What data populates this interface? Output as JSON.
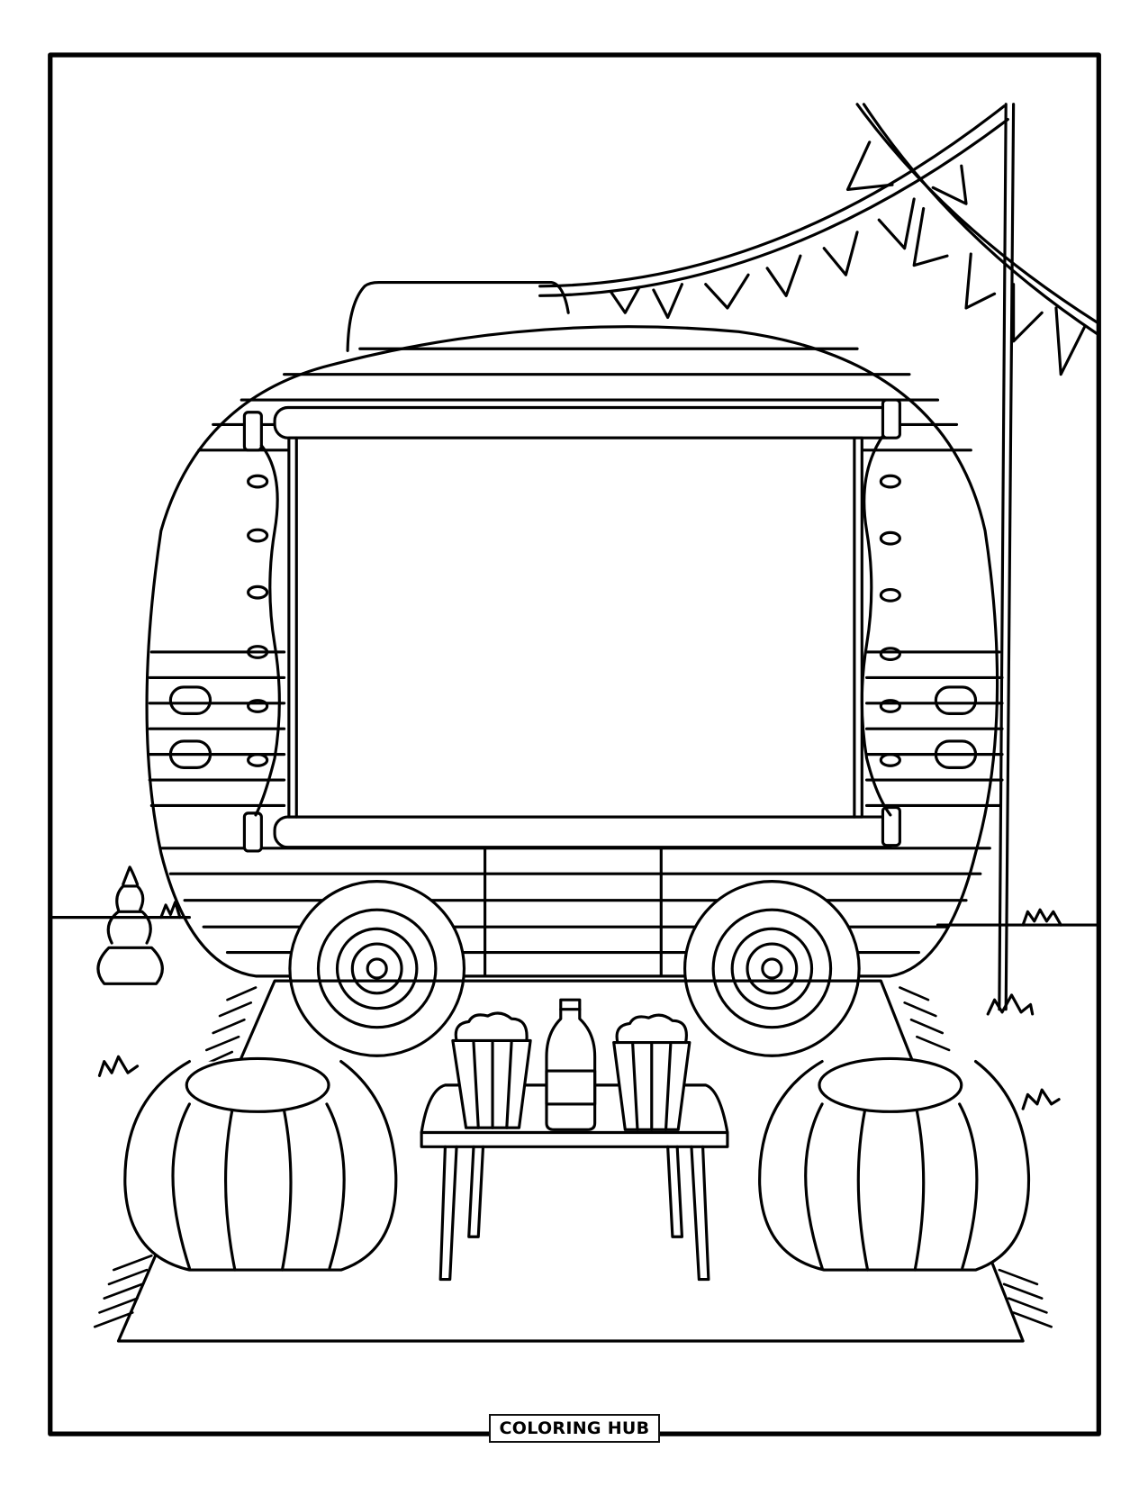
{
  "page": {
    "type": "coloring-page",
    "subject": "Outdoor movie night with camper trailer screen",
    "line_color": "#000000",
    "background_color": "#ffffff"
  },
  "branding": {
    "label": "COLORING HUB"
  },
  "scene": {
    "elements": [
      "camper-trailer",
      "projection-screen",
      "string-lights",
      "bunting-flags",
      "pole",
      "wheels",
      "picnic-rug",
      "side-table",
      "popcorn-bucket-left",
      "soda-bottle",
      "popcorn-bucket-right",
      "pouf-left",
      "pouf-right",
      "stacked-stones",
      "grass-tufts"
    ]
  }
}
